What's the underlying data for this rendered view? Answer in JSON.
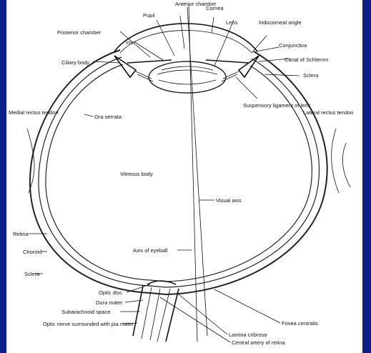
{
  "labels": {
    "anterior_chamber": "Anterior chamber",
    "pupil": "Pupil",
    "cornea": "Cornea",
    "lens": "Lens",
    "iridocorneal_angle": "Iridocorneal angle",
    "posterior_chamber": "Posterior chamber",
    "iris": "Iris",
    "conjunctiva": "Conjunctiva",
    "canal_of_schlemm": "Canal of Schlemm",
    "ciliary_body": "Ciliary body",
    "sclera_right": "Sclera",
    "suspensory_ligament": "Suspensory ligament of lens",
    "ora_serrata": "Ora serrata",
    "medial_rectus_tendon": "Medial rectus tendon",
    "lateral_rectus_tendon": "Lateral rectus tendon",
    "vitreous_body": "Vitreous body",
    "visual_axis": "Visual axis",
    "axis_of_eyeball": "Axis of eyeball",
    "retina": "Retina",
    "choroid": "Choroid",
    "sclera_left": "Sclera",
    "optic_disc": "Optic disc",
    "dura_mater": "Dura mater",
    "subarachnoid_space": "Subarachnoid space",
    "optic_nerve": "Optic nerve surrounded with pia mater",
    "fovea_centralis": "Fovea centralis",
    "lamina_cribrosa": "Lamina cribrosa",
    "central_artery": "Central artery of retina"
  },
  "colors": {
    "frame": "#0a1f8a",
    "panel": "#ffffff",
    "ink": "#111111"
  }
}
